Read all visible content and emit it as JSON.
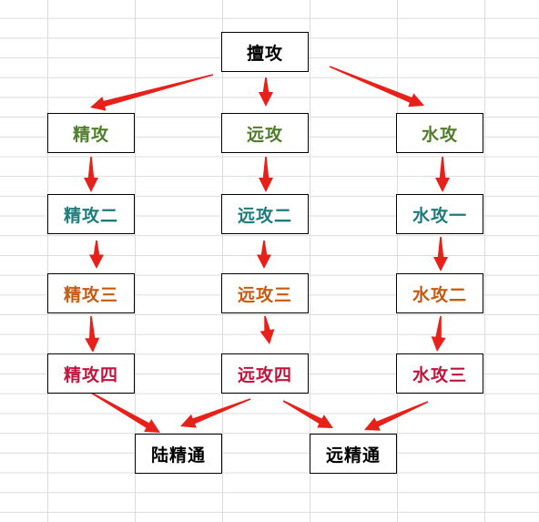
{
  "nodes": {
    "root": {
      "label": "擅攻",
      "color": "#000000"
    },
    "jing": {
      "label": "精攻",
      "color": "#4f7d2c"
    },
    "yuan": {
      "label": "远攻",
      "color": "#4f7d2c"
    },
    "shui": {
      "label": "水攻",
      "color": "#4f7d2c"
    },
    "jing2": {
      "label": "精攻二",
      "color": "#1e7b7b"
    },
    "yuan2": {
      "label": "远攻二",
      "color": "#1e7b7b"
    },
    "shui1": {
      "label": "水攻一",
      "color": "#1e7b7b"
    },
    "jing3": {
      "label": "精攻三",
      "color": "#c55a11"
    },
    "yuan3": {
      "label": "远攻三",
      "color": "#c55a11"
    },
    "shui2": {
      "label": "水攻二",
      "color": "#c55a11"
    },
    "jing4": {
      "label": "精攻四",
      "color": "#c0143c"
    },
    "yuan4": {
      "label": "远攻四",
      "color": "#c0143c"
    },
    "shui3": {
      "label": "水攻三",
      "color": "#c0143c"
    },
    "lu_tong": {
      "label": "陆精通",
      "color": "#000000"
    },
    "yuan_tong": {
      "label": "远精通",
      "color": "#000000"
    }
  },
  "edges": [
    [
      "root",
      "jing"
    ],
    [
      "root",
      "yuan"
    ],
    [
      "root",
      "shui"
    ],
    [
      "jing",
      "jing2"
    ],
    [
      "yuan",
      "yuan2"
    ],
    [
      "shui",
      "shui1"
    ],
    [
      "jing2",
      "jing3"
    ],
    [
      "yuan2",
      "yuan3"
    ],
    [
      "shui1",
      "shui2"
    ],
    [
      "jing3",
      "jing4"
    ],
    [
      "yuan3",
      "yuan4"
    ],
    [
      "shui2",
      "shui3"
    ],
    [
      "jing4",
      "lu_tong"
    ],
    [
      "yuan4",
      "lu_tong"
    ],
    [
      "yuan4",
      "yuan_tong"
    ],
    [
      "shui3",
      "yuan_tong"
    ]
  ],
  "arrow_color": "#e8201a"
}
